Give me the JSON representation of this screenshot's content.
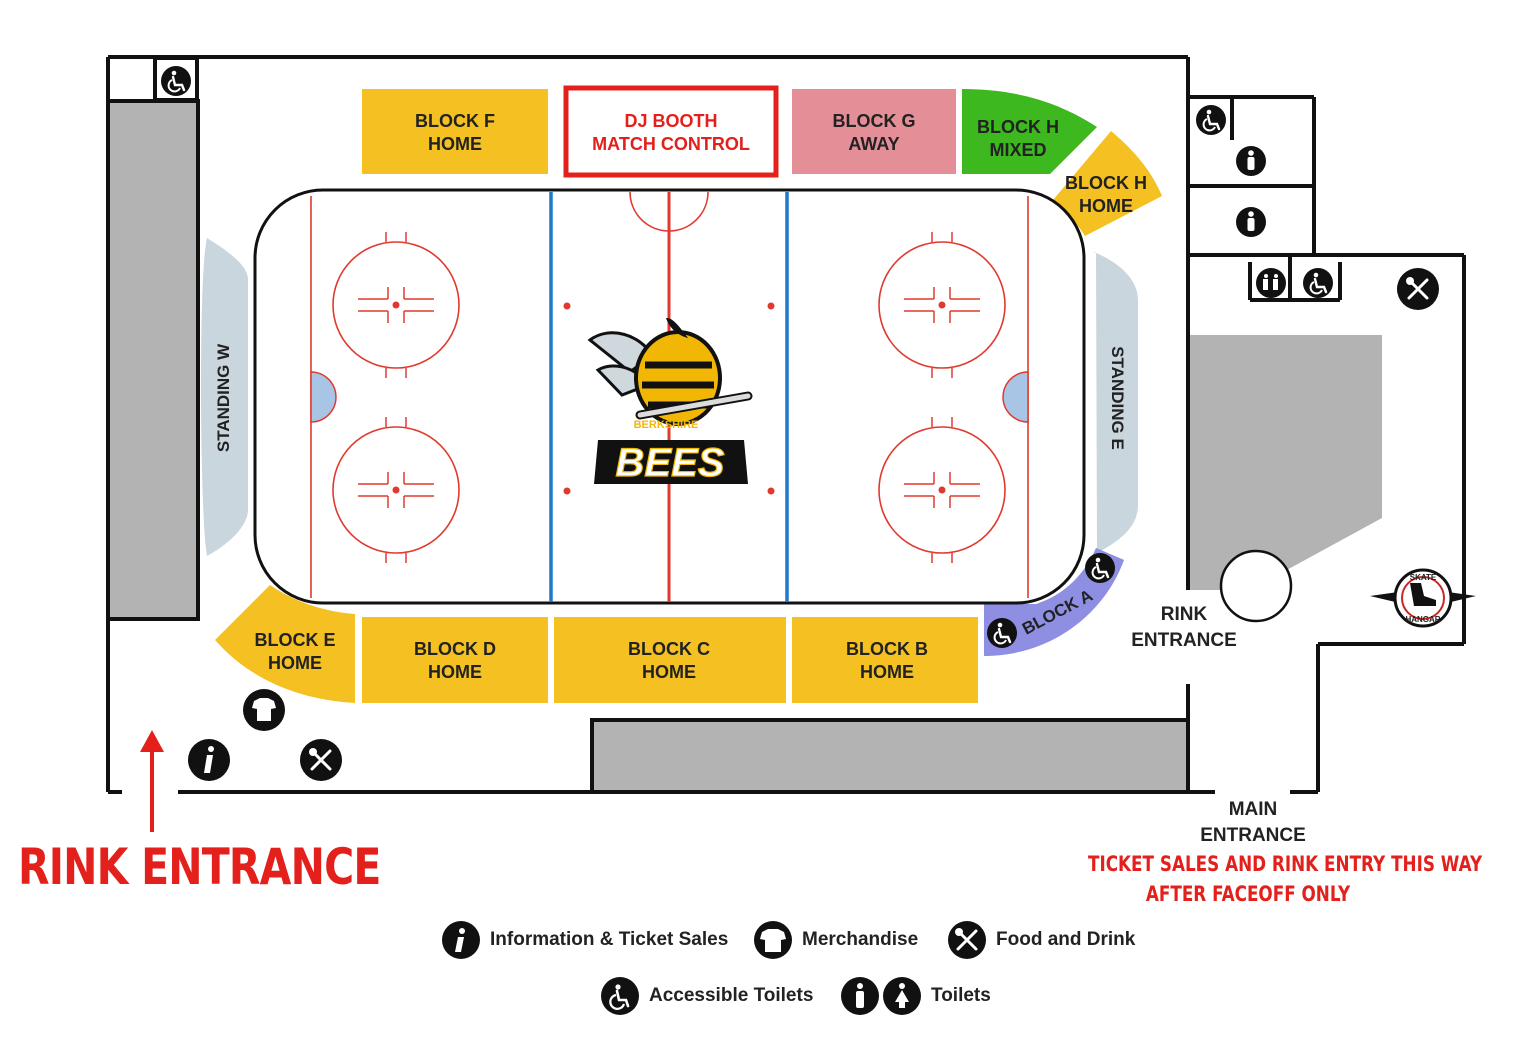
{
  "seating": {
    "block_f": {
      "name": "BLOCK F",
      "type": "HOME"
    },
    "dj_booth": {
      "line1": "DJ BOOTH",
      "line2": "MATCH CONTROL"
    },
    "block_g": {
      "name": "BLOCK G",
      "type": "AWAY"
    },
    "block_h_mixed": {
      "name": "BLOCK H",
      "type": "MIXED"
    },
    "block_h_home": {
      "name": "BLOCK H",
      "type": "HOME"
    },
    "standing_w": "STANDING W",
    "standing_e": "STANDING E",
    "block_a": "BLOCK A",
    "block_b": {
      "name": "BLOCK B",
      "type": "HOME"
    },
    "block_c": {
      "name": "BLOCK C",
      "type": "HOME"
    },
    "block_d": {
      "name": "BLOCK D",
      "type": "HOME"
    },
    "block_e": {
      "name": "BLOCK E",
      "type": "HOME"
    }
  },
  "entrances": {
    "rink_entrance_inner": {
      "line1": "RINK",
      "line2": "ENTRANCE"
    },
    "main_entrance": {
      "line1": "MAIN",
      "line2": "ENTRANCE"
    },
    "rink_entrance_big": "RINK ENTRANCE",
    "main_entrance_note": {
      "line1": "TICKET SALES AND RINK ENTRY THIS WAY",
      "line2": "AFTER FACEOFF ONLY"
    }
  },
  "logos": {
    "team": {
      "line1": "BERKSHIRE",
      "line2": "BEES"
    },
    "venue": {
      "line1": "SKATE",
      "line2": "HANGAR"
    }
  },
  "legend": {
    "info": "Information & Ticket Sales",
    "merch": "Merchandise",
    "food": "Food and Drink",
    "accessible": "Accessible Toilets",
    "toilets": "Toilets"
  },
  "colors": {
    "home": "#f5c021",
    "away": "#e48e98",
    "mixed": "#3db81e",
    "accessible_block": "#8e8fe3",
    "standing": "#c9d6dd",
    "dj_border": "#e3201b",
    "grey_area": "#b3b3b3",
    "rink_red": "#e03a2f",
    "rink_blue": "#1f78c8",
    "crease": "#a9c5e6",
    "accent_red": "#e3201b"
  },
  "icons": [
    "info-icon",
    "merchandise-icon",
    "food-drink-icon",
    "accessible-toilet-icon",
    "toilets-icon",
    "rink-entrance-arrow"
  ]
}
